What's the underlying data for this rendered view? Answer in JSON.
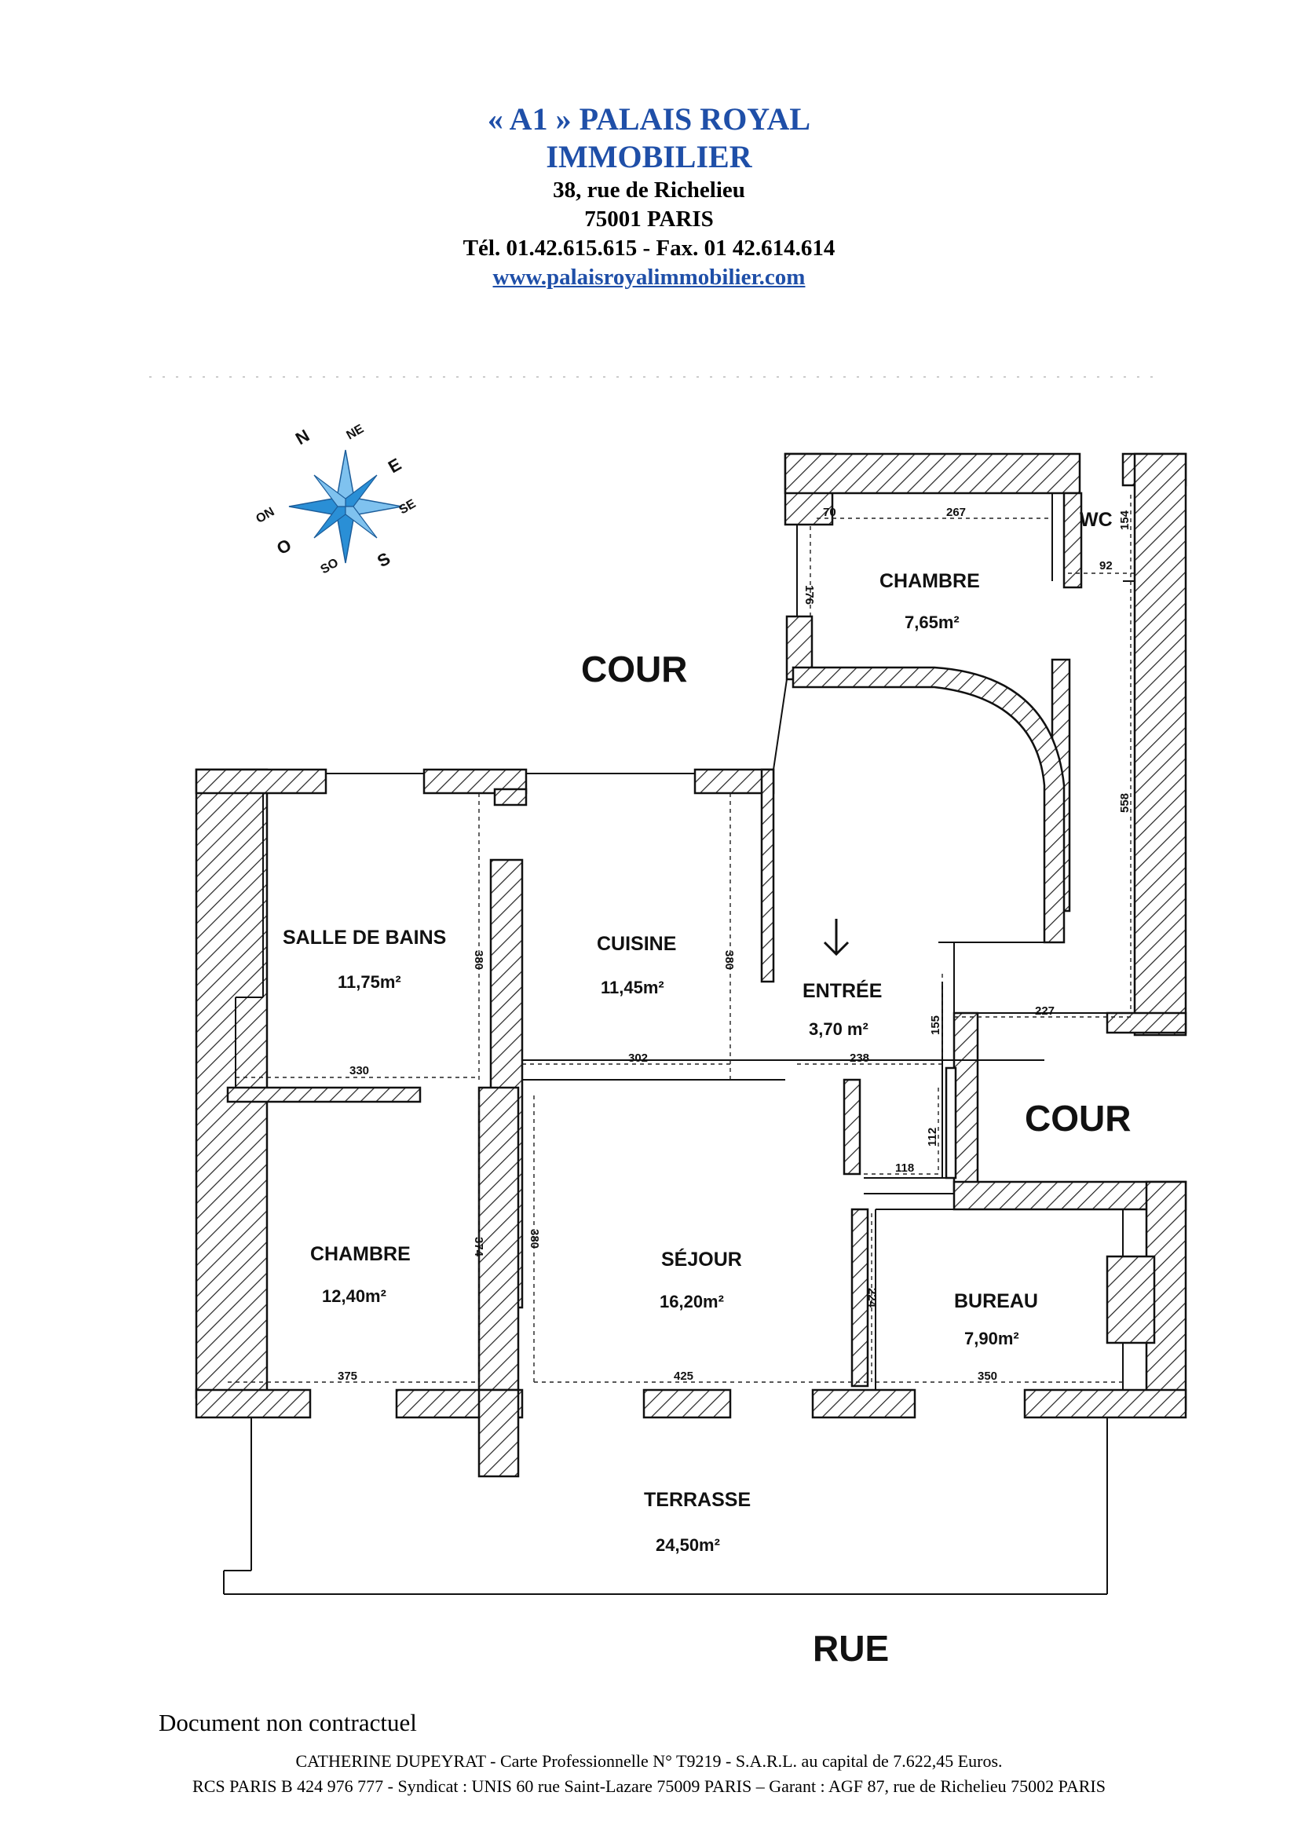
{
  "header": {
    "line1": "« A1 » PALAIS ROYAL",
    "line2": "IMMOBILIER",
    "street": "38, rue de Richelieu",
    "city": "75001  PARIS",
    "phone": "Tél. 01.42.615.615 - Fax. 01 42.614.614",
    "website": "www.palaisroyalimmobilier.com"
  },
  "compass": {
    "n": "N",
    "ne": "NE",
    "e": "E",
    "se": "SE",
    "s": "S",
    "so": "SO",
    "o": "O",
    "no": "NO",
    "color": "#2a8fd6"
  },
  "plan": {
    "cour_top": "COUR",
    "cour_right": "COUR",
    "rue": "RUE",
    "rooms": {
      "chambre_top": {
        "name": "CHAMBRE",
        "area": "7,65m²"
      },
      "wc": {
        "name": "WC"
      },
      "salle_de_bains": {
        "name": "SALLE DE BAINS",
        "area": "11,75m²"
      },
      "cuisine": {
        "name": "CUISINE",
        "area": "11,45m²"
      },
      "entree": {
        "name": "ENTRÉE",
        "area": "3,70 m²"
      },
      "chambre": {
        "name": "CHAMBRE",
        "area": "12,40m²"
      },
      "sejour": {
        "name": "SÉJOUR",
        "area": "16,20m²"
      },
      "bureau": {
        "name": "BUREAU",
        "area": "7,90m²"
      },
      "terrasse": {
        "name": "TERRASSE",
        "area": "24,50m²"
      }
    },
    "dimensions": {
      "d70": "70",
      "d267": "267",
      "d154": "154",
      "d92": "92",
      "d176": "176",
      "d558": "558",
      "d380a": "380",
      "d380b": "380",
      "d330": "330",
      "d302": "302",
      "d238": "238",
      "d155": "155",
      "d227": "227",
      "d112": "112",
      "d118": "118",
      "d374": "374",
      "d380c": "380",
      "d224": "224",
      "d375": "375",
      "d425": "425",
      "d350": "350"
    }
  },
  "footer": {
    "note": "Document non contractuel",
    "legal1": "CATHERINE DUPEYRAT - Carte Professionnelle N° T9219 - S.A.R.L. au capital de 7.622,45 Euros.",
    "legal2": "RCS PARIS B 424 976 777 - Syndicat : UNIS  60 rue Saint-Lazare 75009  PARIS – Garant : AGF 87, rue de Richelieu 75002 PARIS"
  }
}
